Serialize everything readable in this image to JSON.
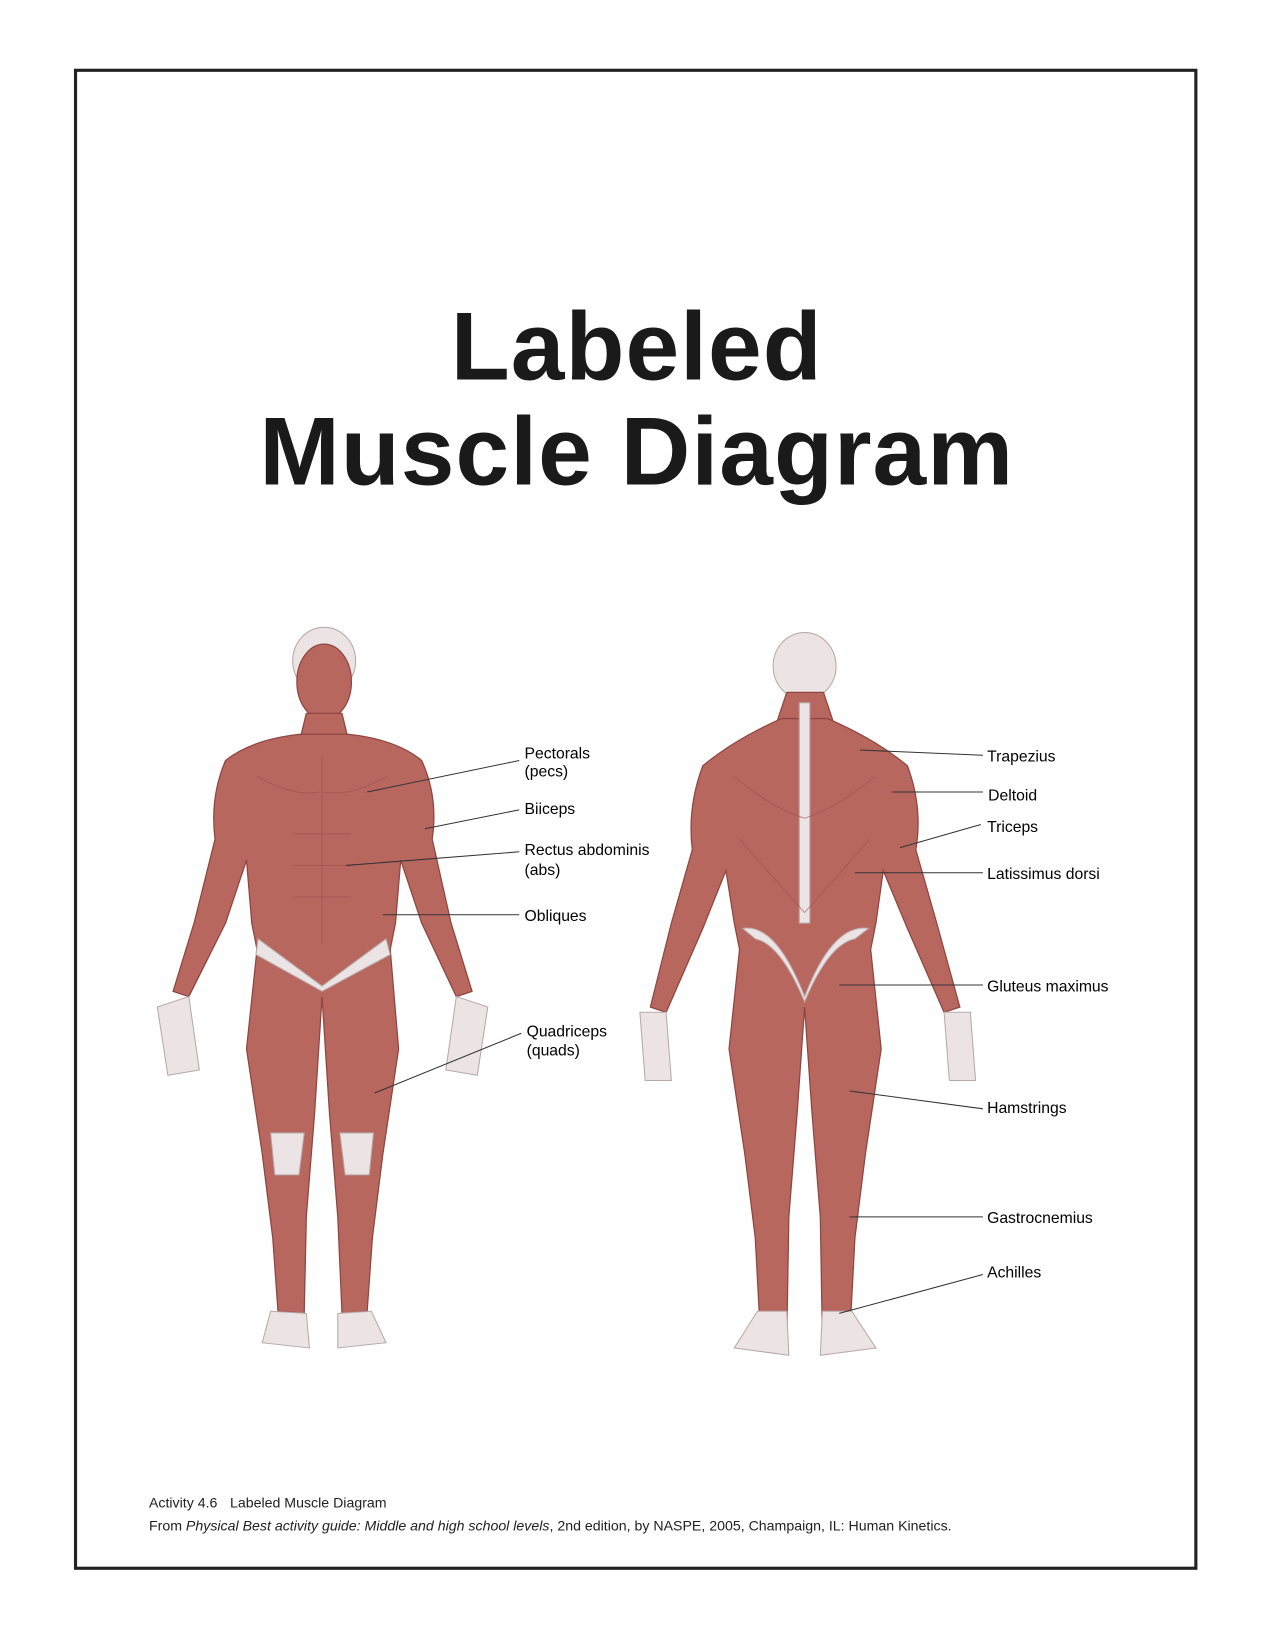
{
  "title": {
    "line1": "Labeled",
    "line2": "Muscle Diagram"
  },
  "front_view": {
    "labels": [
      {
        "text": "Pectorals",
        "sub": "(pecs)"
      },
      {
        "text": "Biiceps"
      },
      {
        "text": "Rectus abdominis",
        "sub": "(abs)"
      },
      {
        "text": "Obliques"
      },
      {
        "text": "Quadriceps",
        "sub": "(quads)"
      }
    ]
  },
  "back_view": {
    "labels": [
      {
        "text": "Trapezius"
      },
      {
        "text": "Deltoid"
      },
      {
        "text": "Triceps"
      },
      {
        "text": "Latissimus dorsi"
      },
      {
        "text": "Gluteus maximus"
      },
      {
        "text": "Hamstrings"
      },
      {
        "text": "Gastrocnemius"
      },
      {
        "text": "Achilles"
      }
    ]
  },
  "caption": {
    "activity_number": "Activity 4.6",
    "activity_title": "Labeled Muscle Diagram",
    "source_prefix": "From ",
    "source_title": "Physical Best activity guide: Middle and high school levels",
    "source_suffix": ", 2nd edition, by NASPE, 2005, Champaign, IL: Human Kinetics."
  }
}
